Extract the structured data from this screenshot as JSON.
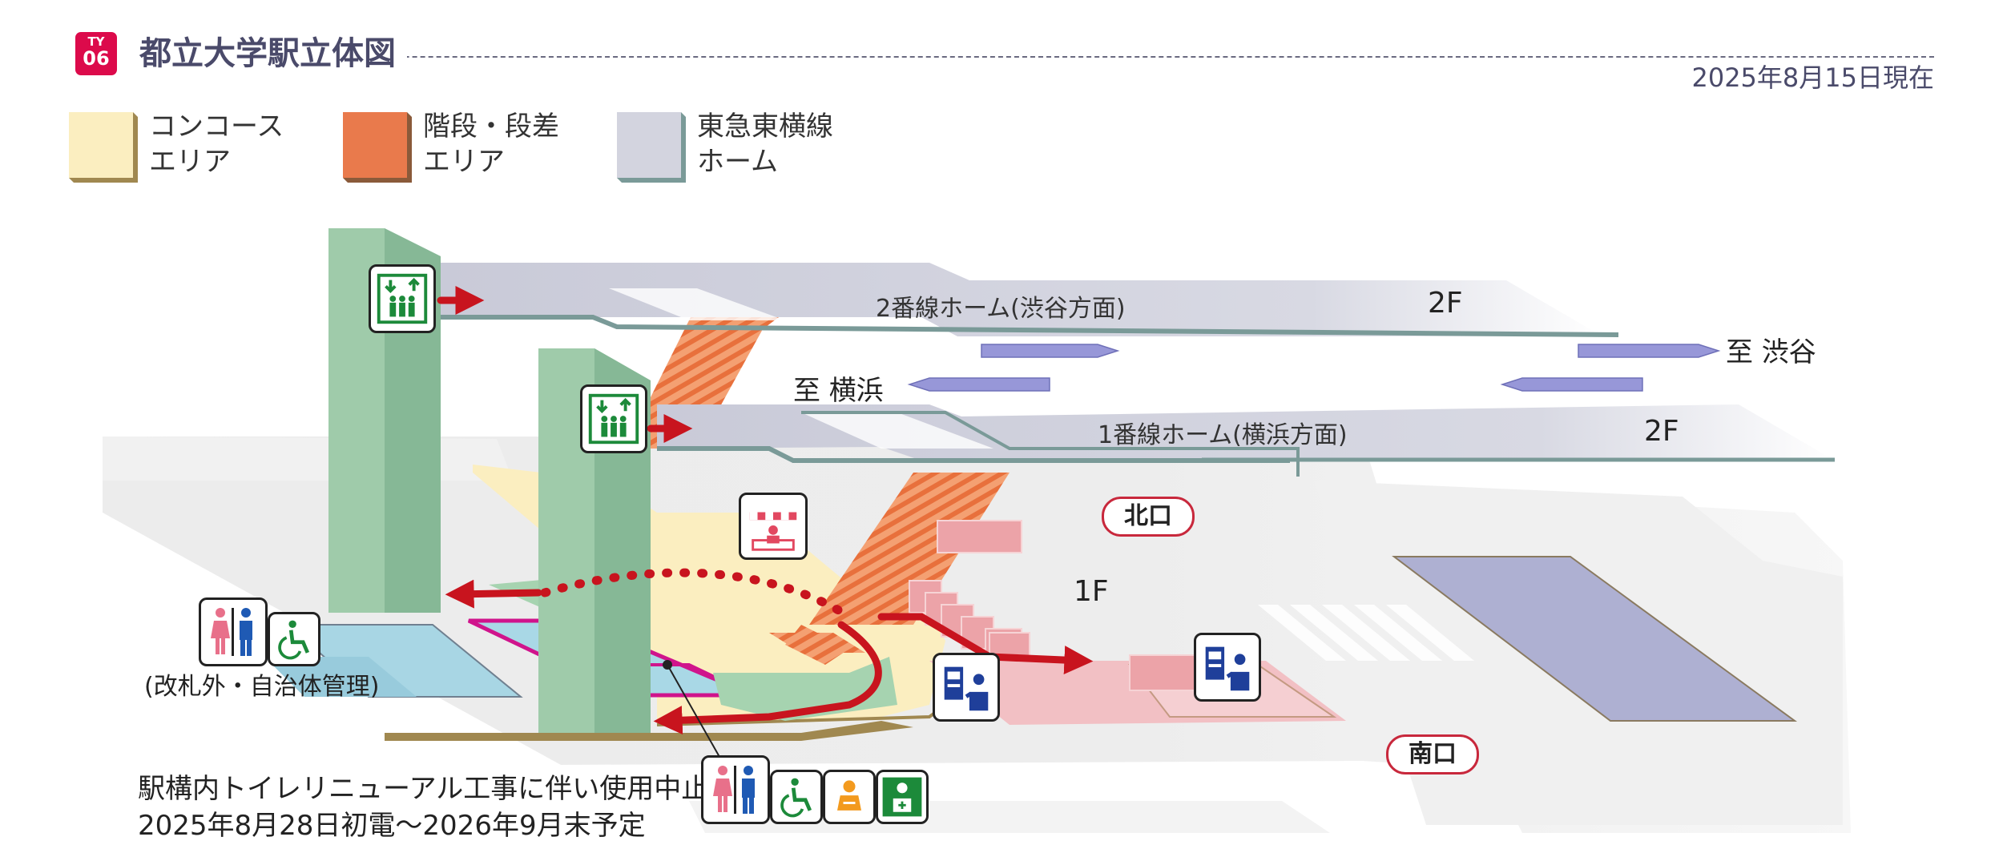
{
  "header": {
    "line_code": "TY",
    "station_number": "06",
    "title": "都立大学駅立体図",
    "as_of": "2025年8月15日現在",
    "badge_color": "#dc0a4b"
  },
  "legend": [
    {
      "line1": "コンコース",
      "line2": "エリア",
      "color": "#fbeec0",
      "edge": "#a08850"
    },
    {
      "line1": "階段・段差",
      "line2": "エリア",
      "color": "#e97a4c",
      "edge": "#8a5a3a"
    },
    {
      "line1": "東急東横線",
      "line2": "ホーム",
      "color": "#d3d4df",
      "edge": "#7a9a98"
    }
  ],
  "platforms": {
    "p2": {
      "name": "2番線ホーム(渋谷方面)",
      "floor": "2F"
    },
    "p1": {
      "name": "1番線ホーム(横浜方面)",
      "floor": "2F"
    }
  },
  "directions": {
    "shibuya": "至 渋谷",
    "yokohama": "至 横浜"
  },
  "floor_1f": "1F",
  "exits": {
    "north": "北口",
    "south": "南口"
  },
  "outside_toilet_note": "(改札外・自治体管理)",
  "notice": {
    "line1": "駅構内トイレリニューアル工事に伴い使用中止",
    "line2": "2025年8月28日初電〜2026年9月末予定"
  },
  "icons": {
    "elevator": "elevator-icon",
    "toilet": "restroom-icon",
    "wheelchair": "wheelchair-icon",
    "baby": "baby-changing-icon",
    "ostomate": "ostomate-icon",
    "shop": "shop-icon",
    "ticket": "ticket-machine-icon"
  },
  "colors": {
    "elevator_shaft": "#8fbf9f",
    "route_arrow": "#c8141e",
    "exit_border": "#c8283c"
  }
}
